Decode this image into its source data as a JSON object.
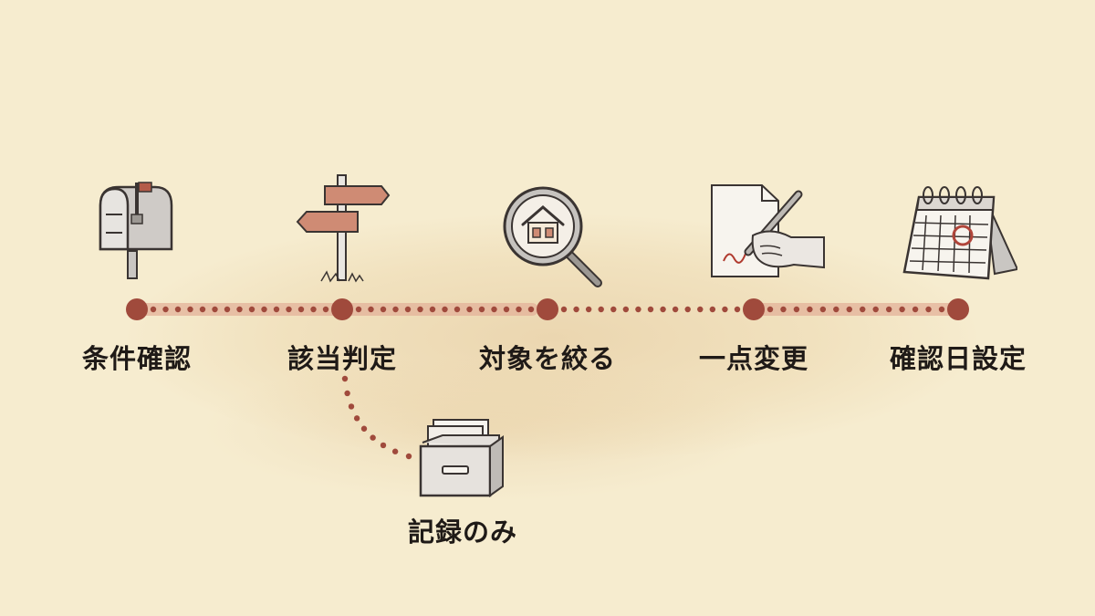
{
  "steps": [
    {
      "label": "条件確認",
      "icon": "mailbox-icon"
    },
    {
      "label": "該当判定",
      "icon": "signpost-icon"
    },
    {
      "label": "対象を絞る",
      "icon": "magnifier-house-icon"
    },
    {
      "label": "一点変更",
      "icon": "hand-pen-document-icon"
    },
    {
      "label": "確認日設定",
      "icon": "calendar-icon"
    }
  ],
  "branch": {
    "label": "記録のみ",
    "icon": "file-box-icon"
  },
  "colors": {
    "background": "#f6eccf",
    "node": "#a04a3c",
    "dots": "#a04a3c",
    "highlight": "#e3b19a",
    "text": "#1f1a17"
  }
}
